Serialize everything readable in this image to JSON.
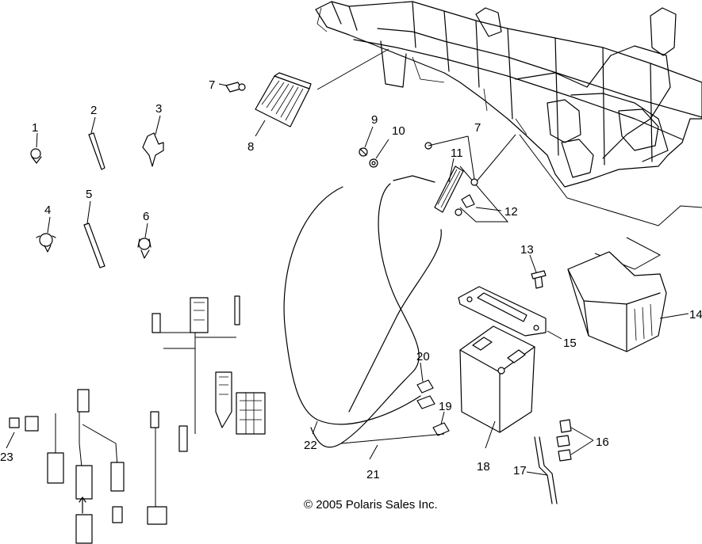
{
  "callouts": {
    "c1": "1",
    "c2": "2",
    "c3": "3",
    "c4": "4",
    "c5": "5",
    "c6": "6",
    "c7a": "7",
    "c7b": "7",
    "c8": "8",
    "c9": "9",
    "c10": "10",
    "c11": "11",
    "c12": "12",
    "c13": "13",
    "c14": "14",
    "c15": "15",
    "c16": "16",
    "c17": "17",
    "c18": "18",
    "c19": "19",
    "c20": "20",
    "c21": "21",
    "c22": "22",
    "c23": "23"
  },
  "copyright": "© 2005 Polaris Sales Inc."
}
